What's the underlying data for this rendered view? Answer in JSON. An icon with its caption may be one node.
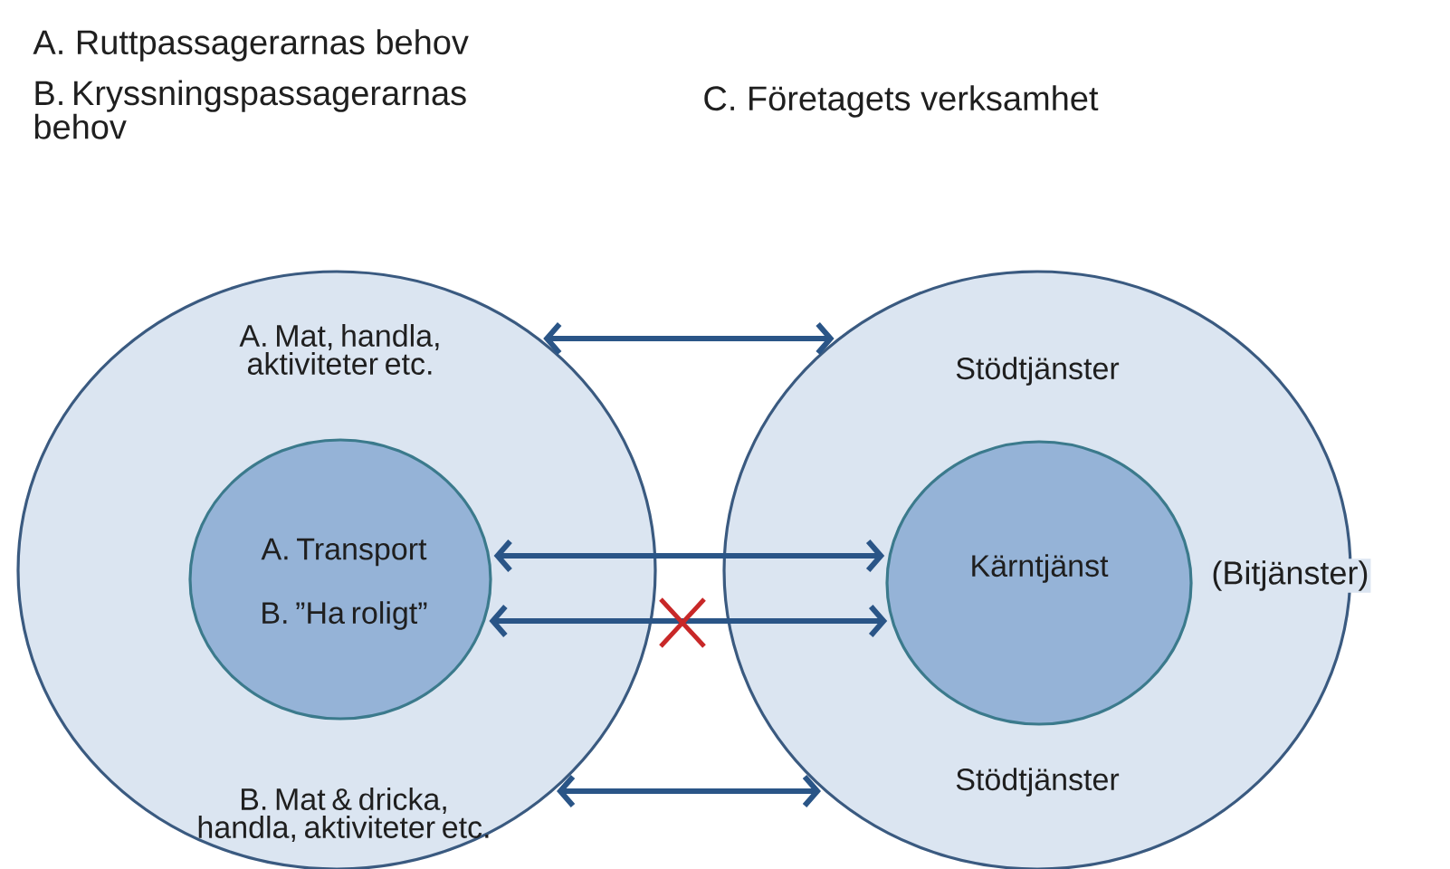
{
  "diagram": {
    "nodes": [
      {
        "text": [
          "A. Mat, handla, aktiviteter etc.",
          "B. Mat & dricka, handla, aktiviteter etc."
        ]
      },
      {
        "text": [
          "A. Transport",
          "B. ”Ha roligt”"
        ],
        "in": 0
      },
      {
        "text": [
          "Stödtjänster",
          "Stödtjänster"
        ]
      },
      {
        "text": [
          "Kärntjänst"
        ],
        "in": 2
      }
    ],
    "edges": [
      {
        "from": 0,
        "to": 2,
        "arrow": "both"
      },
      {
        "from": 1,
        "to": 3,
        "arrow": "both"
      },
      {
        "from": 1,
        "to": 3,
        "arrow": "both"
      },
      {
        "from": 0,
        "to": 2,
        "arrow": "both"
      }
    ],
    "labels": [
      "A. Ruttpassagerarnas behov",
      "B. Kryssningspassagerarnas behov",
      "C. Företagets verksamhet",
      "(Bitjänster)"
    ]
  }
}
